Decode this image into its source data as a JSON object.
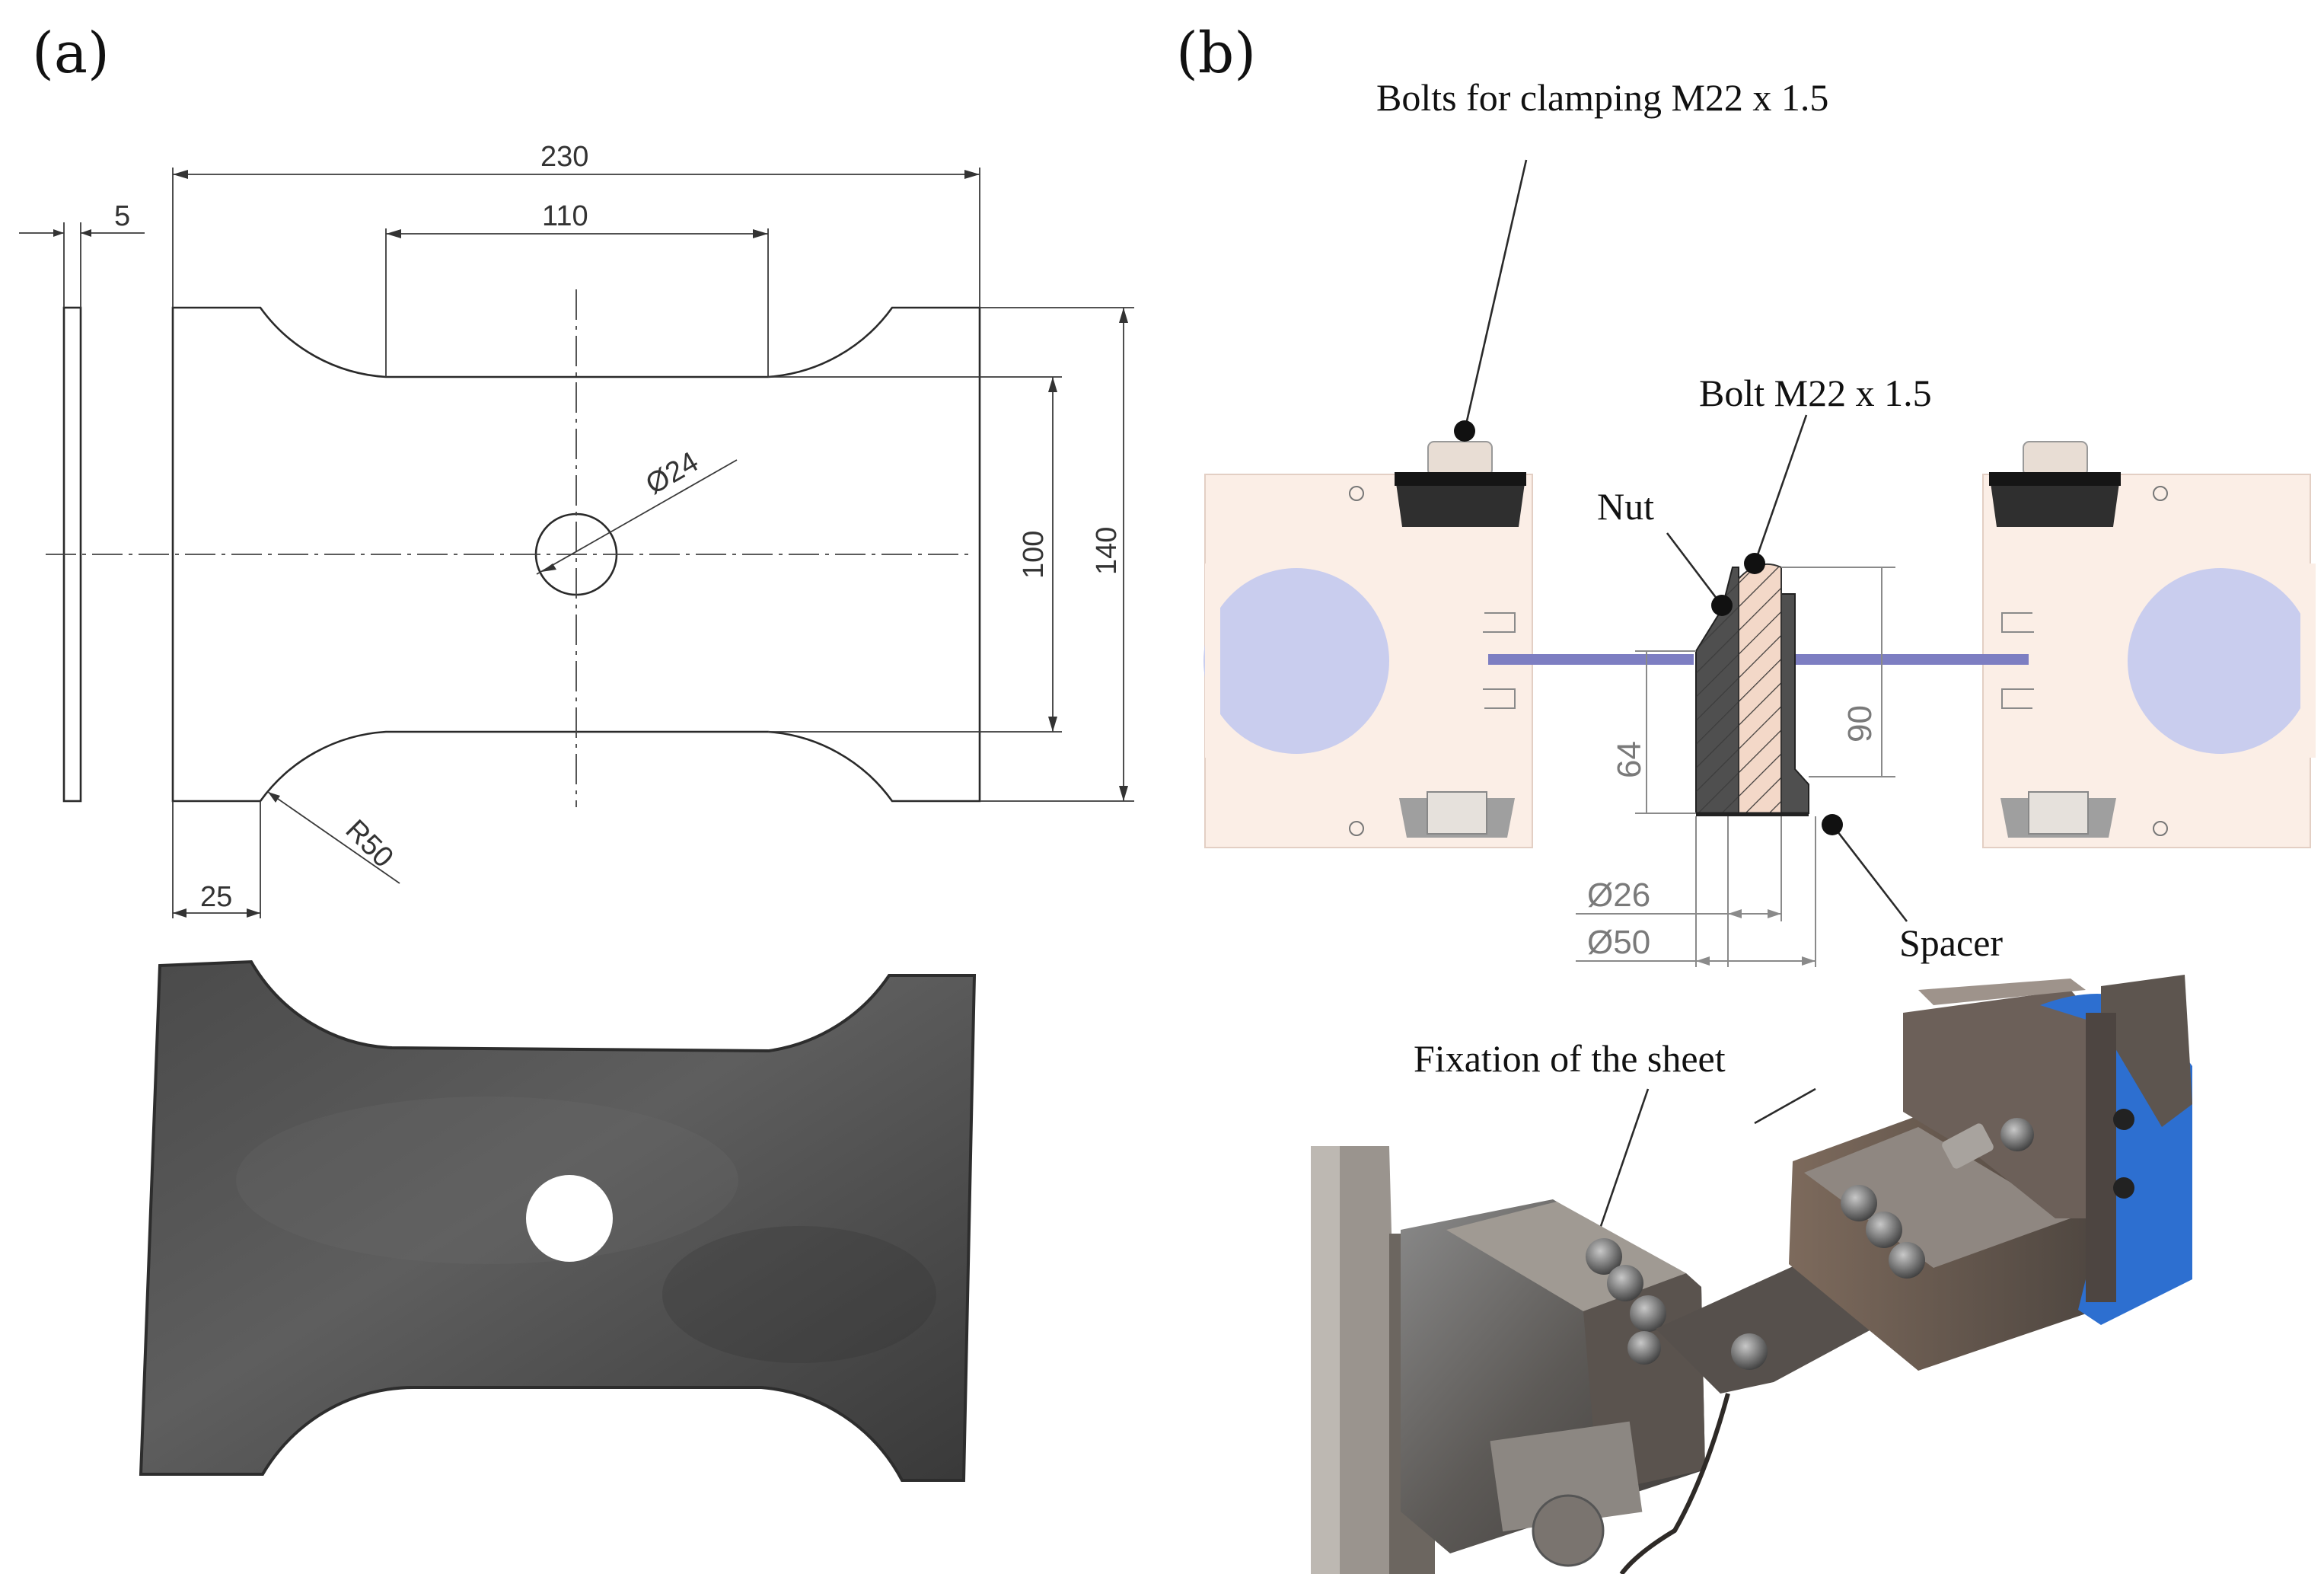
{
  "panels": {
    "a": {
      "letter": "(a)",
      "dimensions": {
        "overall_length": "230",
        "parallel_length": "110",
        "thickness": "5",
        "hole_diameter": "24",
        "gauge_width": "100",
        "grip_width": "140",
        "radius": "R50",
        "grip_length": "25"
      },
      "diameter_symbol": "Ø"
    },
    "b": {
      "letter": "(b)",
      "callouts": {
        "clamping_bolts": "Bolts for clamping M22 x 1.5",
        "bolt": "Bolt M22 x 1.5",
        "nut": "Nut",
        "spacer": "Spacer",
        "fixation": "Fixation of the sheet"
      },
      "dimensions": {
        "height_90": "90",
        "height_64": "64",
        "diameter_26": "Ø26",
        "diameter_50": "Ø50"
      }
    }
  },
  "colors": {
    "grip_block": "#fbeee6",
    "roller": "#c9cdee",
    "sheet": "#7d7ec2",
    "bolt_fill": "#f3d8c8",
    "nut_spacer": "#4f4f4f",
    "steel_dark": "#3b3b3b",
    "steel_mid": "#6b6b6b",
    "blue_part": "#2d6fd0"
  }
}
